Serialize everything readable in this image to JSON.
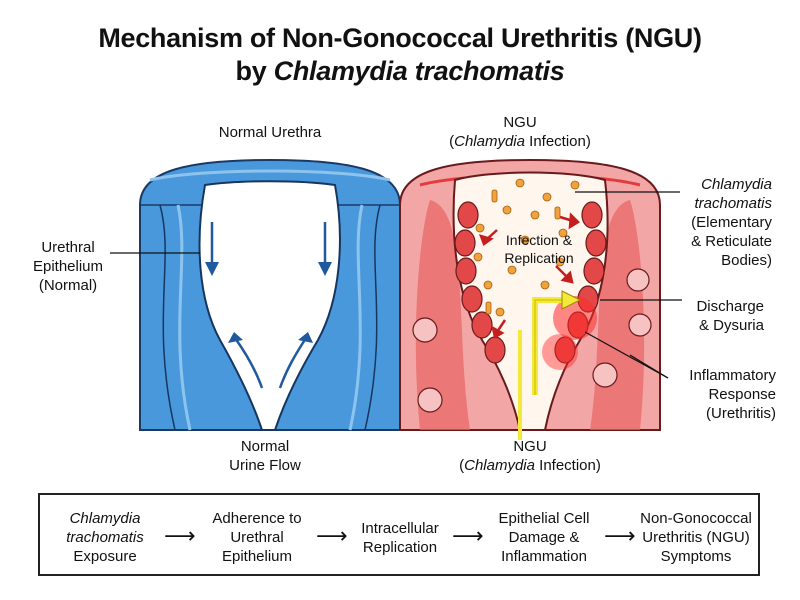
{
  "title": {
    "line1": "Mechanism of Non-Gonococcal Urethritis (NGU)",
    "line2_prefix": "by ",
    "line2_italic": "Chlamydia trachomatis"
  },
  "panels": {
    "normal_title": "Normal Urethra",
    "ngu_title_line1": "NGU",
    "ngu_title_paren_open": "(",
    "ngu_title_italic": "Chlamydia",
    "ngu_title_rest": " Infection)"
  },
  "labels": {
    "urethral_epithelium": [
      "Urethral",
      "Epithelium",
      "(Normal)"
    ],
    "normal_flow": [
      "Normal",
      "Urine Flow"
    ],
    "infection_replication": [
      "Infection &",
      "Replication"
    ],
    "chlamydia_italic": [
      "Chlamydia",
      "trachomatis"
    ],
    "chlamydia_rest": [
      "(Elementary",
      "& Reticulate",
      "Bodies)"
    ],
    "discharge": [
      "Discharge",
      "& Dysuria"
    ],
    "inflammatory": [
      "Inflammatory",
      "Response",
      "(Urethritis)"
    ],
    "bottom_ngu_line1": "NGU",
    "bottom_ngu_italic": "Chlamydia",
    "bottom_ngu_rest": " Infection)"
  },
  "flow": {
    "steps": [
      {
        "italic": [
          "Chlamydia",
          "trachomatis"
        ],
        "text": [
          "Exposure"
        ]
      },
      {
        "italic": [],
        "text": [
          "Adherence to",
          "Urethral",
          "Epithelium"
        ]
      },
      {
        "italic": [],
        "text": [
          "Intracellular",
          "Replication"
        ]
      },
      {
        "italic": [],
        "text": [
          "Epithelial Cell",
          "Damage &",
          "Inflammation"
        ]
      },
      {
        "italic": [],
        "text": [
          "Non-Gonococcal",
          "Urethritis (NGU)",
          "Symptoms"
        ]
      }
    ],
    "arrow_glyph": "⟶"
  },
  "colors": {
    "normal_blue": "#4a98dc",
    "normal_blue_light": "#8cc4ee",
    "infected_pink": "#f2a6a6",
    "infected_red": "#e33b3b",
    "bacteria_orange": "#f0a23c",
    "discharge_yellow": "#f4e83a"
  }
}
